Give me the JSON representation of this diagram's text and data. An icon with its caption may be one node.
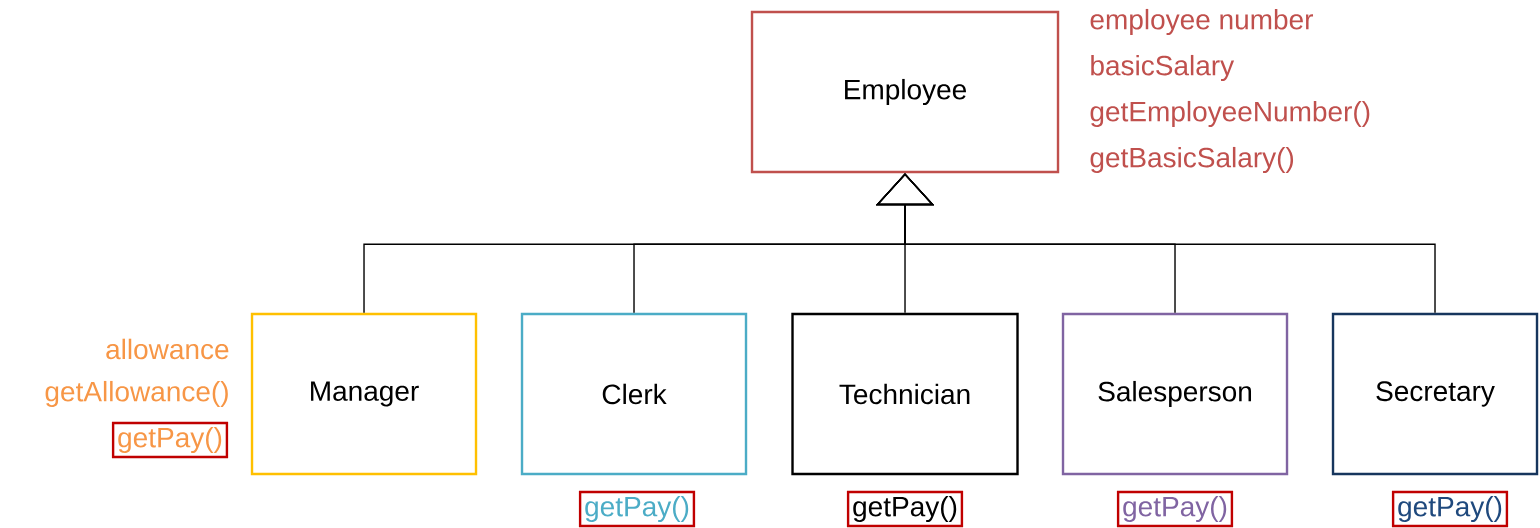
{
  "diagram": {
    "nodes": [
      {
        "text": [
          "Employee"
        ],
        "beside": [
          "employee number",
          "basicSalary",
          "getEmployeeNumber()",
          "getBasicSalary()"
        ]
      },
      {
        "text": [
          "Manager"
        ],
        "beside": [
          "allowance",
          "getAllowance()"
        ]
      },
      {
        "text": [
          "Clerk"
        ]
      },
      {
        "text": [
          "Technician"
        ]
      },
      {
        "text": [
          "Salesperson"
        ]
      },
      {
        "text": [
          "Secretary"
        ]
      },
      {
        "text": [
          "getPay()"
        ]
      },
      {
        "text": [
          "getPay()"
        ]
      },
      {
        "text": [
          "getPay()"
        ]
      },
      {
        "text": [
          "getPay()"
        ]
      },
      {
        "text": [
          "getPay()"
        ]
      }
    ],
    "edges": [
      {
        "from": 1,
        "to": 0,
        "arrow": "to"
      },
      {
        "from": 2,
        "to": 0,
        "arrow": "to"
      },
      {
        "from": 3,
        "to": 0,
        "arrow": "to"
      },
      {
        "from": 4,
        "to": 0,
        "arrow": "to"
      },
      {
        "from": 5,
        "to": 0,
        "arrow": "to"
      }
    ]
  }
}
